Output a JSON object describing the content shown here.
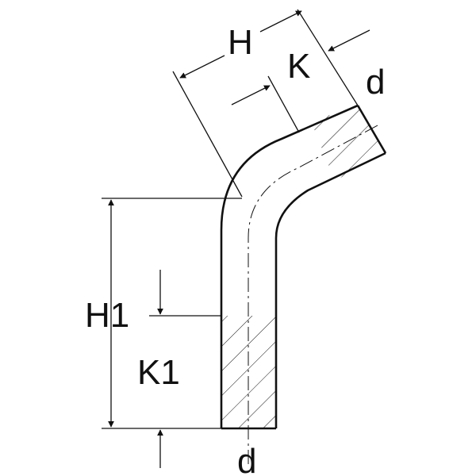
{
  "drawing": {
    "labels": {
      "H": "H",
      "K": "K",
      "d_top": "d",
      "H1": "H1",
      "K1": "K1",
      "d_bottom": "d"
    }
  },
  "colors": {
    "line": "#111111",
    "background": "#ffffff"
  }
}
